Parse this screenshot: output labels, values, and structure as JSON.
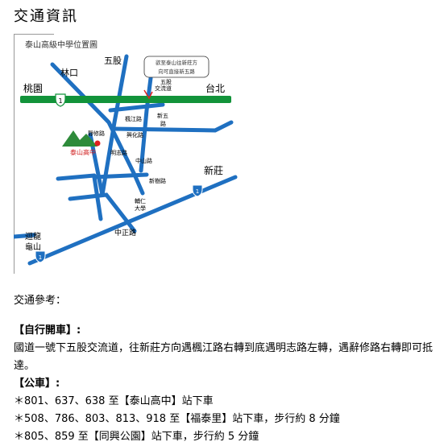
{
  "page": {
    "title": "交通資訊",
    "section_label": "交通參考："
  },
  "map": {
    "title": "泰山高級中學位置圖",
    "labels": {
      "linkou": "林口",
      "wugu": "五股",
      "taoyuan": "桃園",
      "taipei": "台北",
      "xinzhuang": "新莊",
      "huilong_1": "迴龍",
      "huilong_2": "龜山",
      "school": "泰山高中",
      "wugu_interchange_1": "五股",
      "wugu_interchange_2": "交流道",
      "fengjiang_road": "楓江路",
      "new_wugu_road_1": "新五",
      "new_wugu_road_2": "路",
      "zhongshan_road": "中山路",
      "xinghua_road": "興化路",
      "mingzhi_road": "明志路",
      "jingxiu_road": "靜修路",
      "xinshu_road": "新樹路",
      "zhongzheng_road": "中正路",
      "fuqing_1": "輔仁",
      "fuqing_2": "大學"
    },
    "note": [
      "欲至泰山往新莊方",
      "向可直接新五路"
    ],
    "colors": {
      "highway": "#12933a",
      "road": "#1f70c1",
      "mountain": "#2e8b3a",
      "school_marker": "#e02020",
      "school_label": "#d02020",
      "border": "#999999"
    },
    "icons": [
      "highway-shield-icon",
      "highway-shield-icon",
      "highway-shield-icon",
      "mountain-icon",
      "school-marker-icon",
      "interchange-arrow-icon"
    ]
  },
  "info": {
    "drive_heading": "【自行開車】:",
    "drive_text": "國道一號下五股交流道，往新莊方向遇楓江路右轉到底遇明志路左轉，遇辭修路右轉即可抵達。",
    "bus_heading": "【公車】:",
    "bus_lines": [
      "＊801、637、638 至【泰山高中】站下車",
      "＊508、786、803、813、918 至【福泰里】站下車，步行約 8 分鐘",
      "＊805、859 至【同興公園】站下車，步行約 5 分鐘"
    ]
  }
}
